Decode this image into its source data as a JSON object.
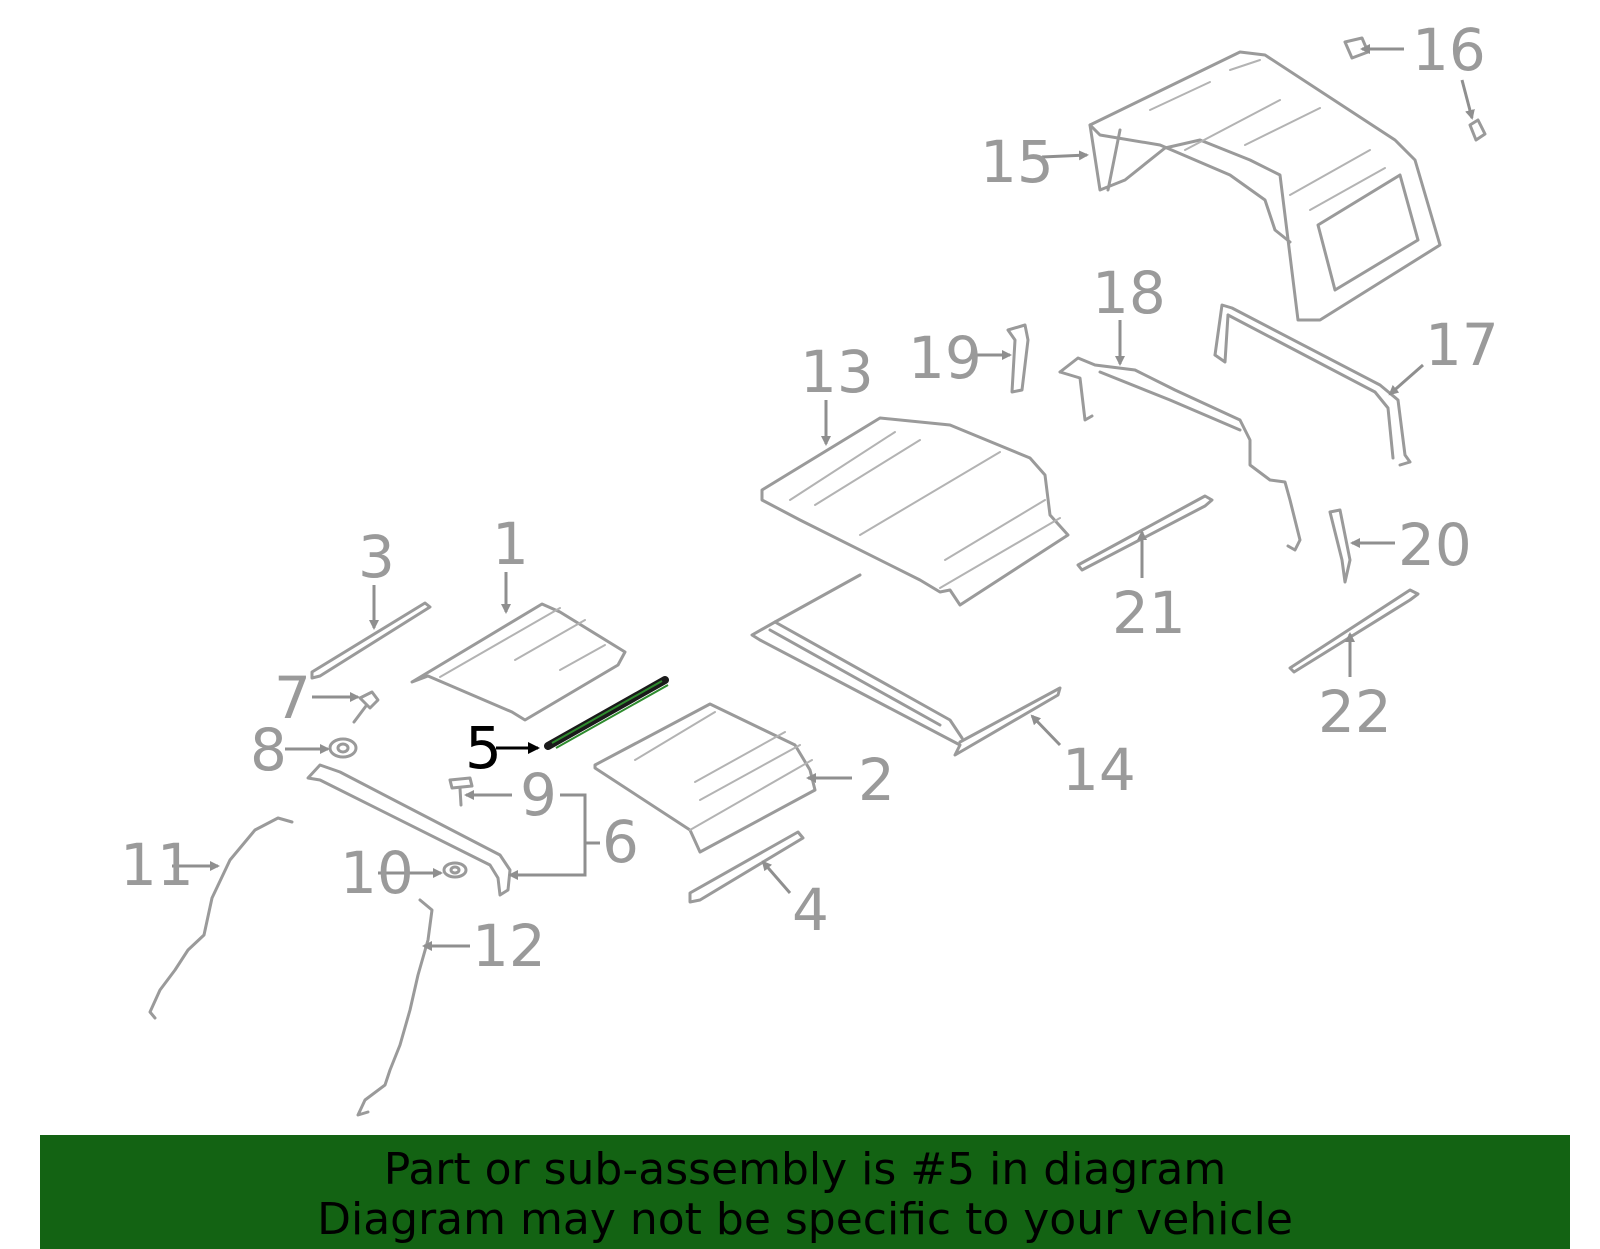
{
  "diagram": {
    "callouts": {
      "c1": "1",
      "c2": "2",
      "c3": "3",
      "c4": "4",
      "c5": "5",
      "c6": "6",
      "c7": "7",
      "c8": "8",
      "c9": "9",
      "c10": "10",
      "c11": "11",
      "c12": "12",
      "c13": "13",
      "c14": "14",
      "c15": "15",
      "c16": "16",
      "c17": "17",
      "c18": "18",
      "c19": "19",
      "c20": "20",
      "c21": "21",
      "c22": "22"
    },
    "highlighted_part": "5",
    "colors": {
      "parts": "#9a9a9a",
      "highlight": "#000000",
      "banner": "#136313"
    }
  },
  "banner": {
    "line1": "Part or sub-assembly is #5 in diagram",
    "line2": "Diagram may not be specific to your vehicle"
  }
}
